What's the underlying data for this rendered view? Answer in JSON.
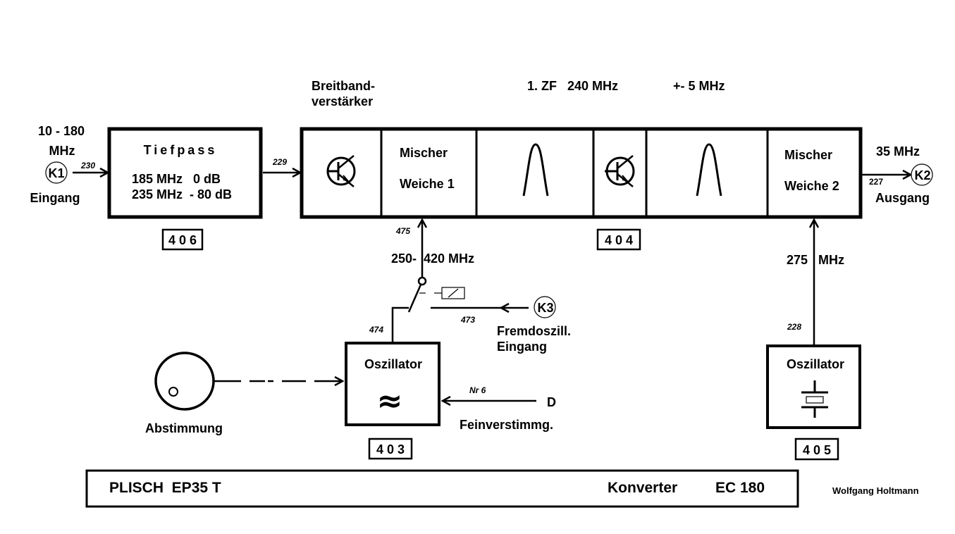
{
  "input": {
    "freq_range": "10 - 180",
    "freq_unit": "MHz",
    "connector": "K1",
    "label": "Eingang",
    "wire_id": "230"
  },
  "lowpass": {
    "title": "Tiefpass",
    "spec_row1": "185 MHz   0 dB",
    "spec_row2": "235 MHz  - 80 dB",
    "module_id": "4 0 6",
    "out_wire_id": "229"
  },
  "mainchain": {
    "amp_label_line1": "Breitband-",
    "amp_label_line2": "verstärker",
    "if_label": "1. ZF   240 MHz",
    "bandwidth_label": "+- 5 MHz",
    "mixer1_line1": "Mischer",
    "mixer1_line2": "Weiche 1",
    "mixer2_line1": "Mischer",
    "mixer2_line2": "Weiche 2",
    "module_id": "4 0 4"
  },
  "output": {
    "freq": "35 MHz",
    "connector": "K2",
    "label": "Ausgang",
    "wire_id": "227"
  },
  "lo1": {
    "wire_to_mixer": "475",
    "freq_range": "250-  420 MHz",
    "wire_from_osc": "474",
    "ext_wire": "473",
    "ext_connector": "K3",
    "ext_label_line1": "Fremdoszill.",
    "ext_label_line2": "Eingang",
    "osc_title": "Oszillator",
    "osc_symbol": "≈",
    "module_id": "4 0 3",
    "tuning_label": "Abstimmung",
    "fine_wire": "Nr 6",
    "fine_terminal": "D",
    "fine_label": "Feinverstimmg."
  },
  "lo2": {
    "freq": "275   MHz",
    "wire_id": "228",
    "osc_title": "Oszillator",
    "module_id": "4 0 5"
  },
  "footer": {
    "model": "PLISCH  EP35 T",
    "device": "Konverter",
    "device_id": "EC 180",
    "author": "Wolfgang Holtmann"
  }
}
